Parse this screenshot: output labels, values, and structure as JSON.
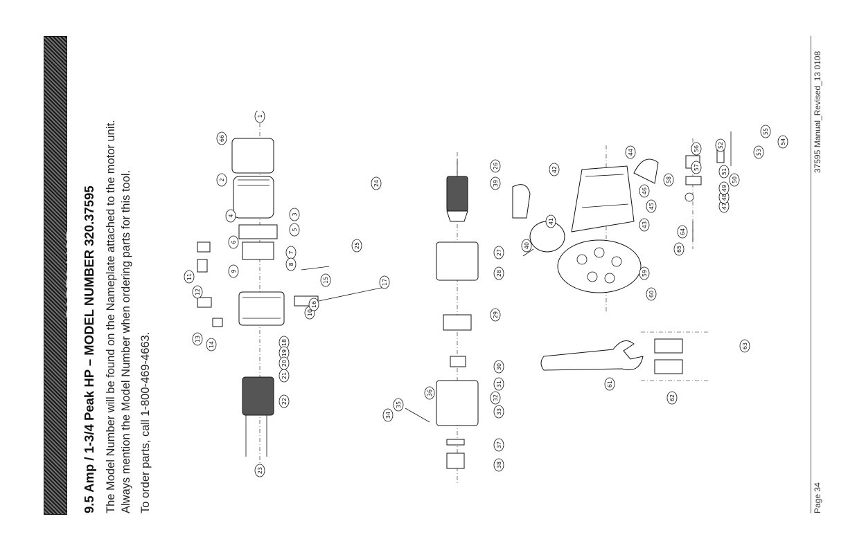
{
  "header": {
    "banner": "PARTS LIST"
  },
  "content": {
    "heading": "9.5 Amp / 1-3/4 Peak HP – MODEL NUMBER 320.37595",
    "line1": "The Model Number will be found on the Nameplate attached to the motor unit.",
    "line2": "Always mention the Model Number when ordering parts for this tool.",
    "line3": "To order parts, call 1-800-469-4663."
  },
  "footer": {
    "page": "Page 34",
    "doc_id": "37595 Manual_Revised_13 0108"
  },
  "diagram": {
    "callouts": [
      "1",
      "66",
      "2",
      "3",
      "4",
      "5",
      "6",
      "7",
      "8",
      "9",
      "10",
      "11",
      "12",
      "13",
      "14",
      "15",
      "16",
      "17",
      "18",
      "19",
      "20",
      "21",
      "22",
      "23",
      "24",
      "25",
      "26",
      "27",
      "28",
      "29",
      "30",
      "31",
      "32",
      "33",
      "34",
      "35",
      "36",
      "37",
      "38",
      "39",
      "40",
      "41",
      "42",
      "43",
      "44",
      "45",
      "46",
      "47",
      "48",
      "49",
      "50",
      "51",
      "52",
      "53",
      "54",
      "55",
      "56",
      "57",
      "58",
      "59",
      "60",
      "61",
      "62",
      "63",
      "64",
      "65"
    ]
  }
}
